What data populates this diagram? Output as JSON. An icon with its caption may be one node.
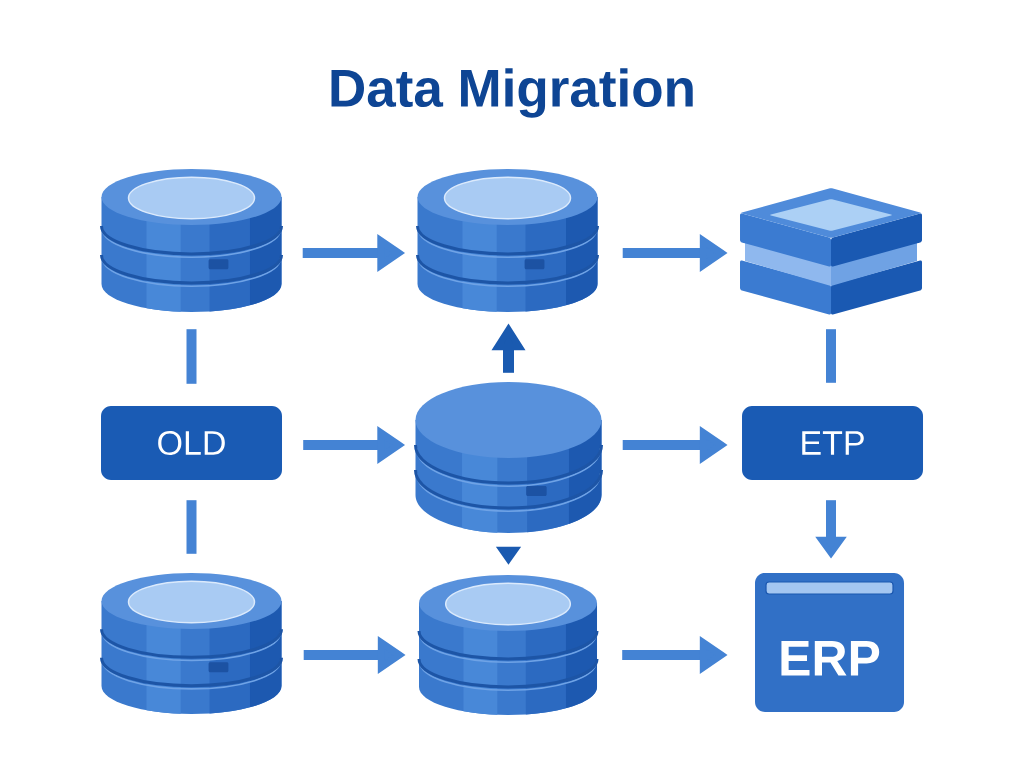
{
  "diagram": {
    "title": "Data Migration",
    "nodes": [
      {
        "text": [],
        "shape": "cylinder"
      },
      {
        "text": [],
        "shape": "cylinder"
      },
      {
        "text": [],
        "shape": "box"
      },
      {
        "text": [
          "OLD"
        ]
      },
      {
        "text": [],
        "shape": "cylinder"
      },
      {
        "text": [
          "ETP"
        ]
      },
      {
        "text": [],
        "shape": "cylinder"
      },
      {
        "text": [],
        "shape": "cylinder"
      },
      {
        "text": [
          "ERP"
        ]
      }
    ],
    "edges": [
      {
        "from": 0,
        "to": 1,
        "arrow": "to"
      },
      {
        "from": 1,
        "to": 2,
        "arrow": "to"
      },
      {
        "from": 0,
        "to": 3,
        "arrow": "none"
      },
      {
        "from": 3,
        "to": 4,
        "arrow": "to"
      },
      {
        "from": 4,
        "to": 1,
        "arrow": "to",
        "color": "#1a5ab0"
      },
      {
        "from": 4,
        "to": 7,
        "arrow": "to",
        "color": "#1a5ab0"
      },
      {
        "from": 4,
        "to": 5,
        "arrow": "to"
      },
      {
        "from": 2,
        "to": 5,
        "arrow": "none"
      },
      {
        "from": 5,
        "to": 8,
        "arrow": "to"
      },
      {
        "from": 3,
        "to": 6,
        "arrow": "none"
      },
      {
        "from": 6,
        "to": 7,
        "arrow": "to"
      },
      {
        "from": 7,
        "to": 8,
        "arrow": "to"
      }
    ]
  }
}
